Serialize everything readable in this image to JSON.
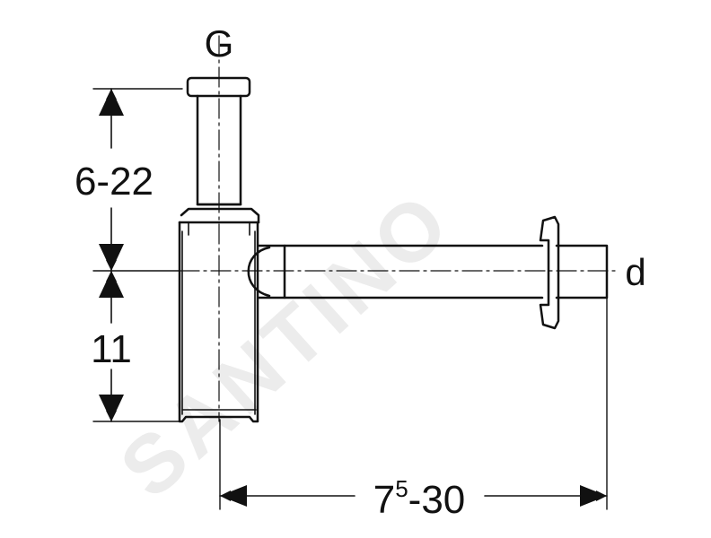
{
  "labels": {
    "top": "G",
    "right": "d",
    "upper_dim": "6-22",
    "lower_dim": "11",
    "horizontal_dim_base": "7",
    "horizontal_dim_sup": "5",
    "horizontal_dim_rest": "-30"
  },
  "watermark": "SANTINO",
  "colors": {
    "line": "#111111",
    "background": "#ffffff",
    "watermark": "#ececec"
  }
}
